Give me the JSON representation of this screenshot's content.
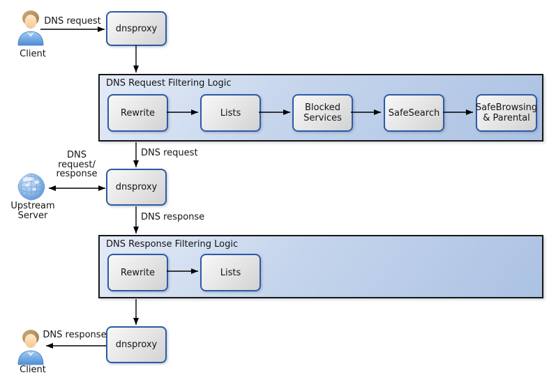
{
  "actors": {
    "client_top": {
      "label": "Client"
    },
    "upstream_server": {
      "label": "Upstream\nServer"
    },
    "client_bottom": {
      "label": "Client"
    }
  },
  "proxy_nodes": {
    "top": {
      "label": "dnsproxy"
    },
    "middle": {
      "label": "dnsproxy"
    },
    "bottom": {
      "label": "dnsproxy"
    }
  },
  "request_filtering": {
    "title": "DNS Request Filtering Logic",
    "steps": [
      {
        "label": "Rewrite"
      },
      {
        "label": "Lists"
      },
      {
        "label": "Blocked\nServices"
      },
      {
        "label": "SafeSearch"
      },
      {
        "label": "SafeBrowsing\n& Parental"
      }
    ]
  },
  "response_filtering": {
    "title": "DNS Response Filtering Logic",
    "steps": [
      {
        "label": "Rewrite"
      },
      {
        "label": "Lists"
      }
    ]
  },
  "edge_labels": {
    "client_to_proxy1": "DNS request",
    "container1_to_proxy2": "DNS request",
    "upstream_link": "DNS\nrequest/\nresponse",
    "proxy2_to_container2": "DNS response",
    "proxy3_to_client": "DNS response"
  },
  "colors": {
    "container_fill_light": "#e4ebf7",
    "container_fill_dark": "#acc2e3",
    "container_border": "#161616",
    "node_fill_light": "#f8f8f8",
    "node_fill_dark": "#d2d2d2",
    "node_border": "#2b5ba6",
    "arrow": "#000000",
    "background": "#ffffff"
  }
}
